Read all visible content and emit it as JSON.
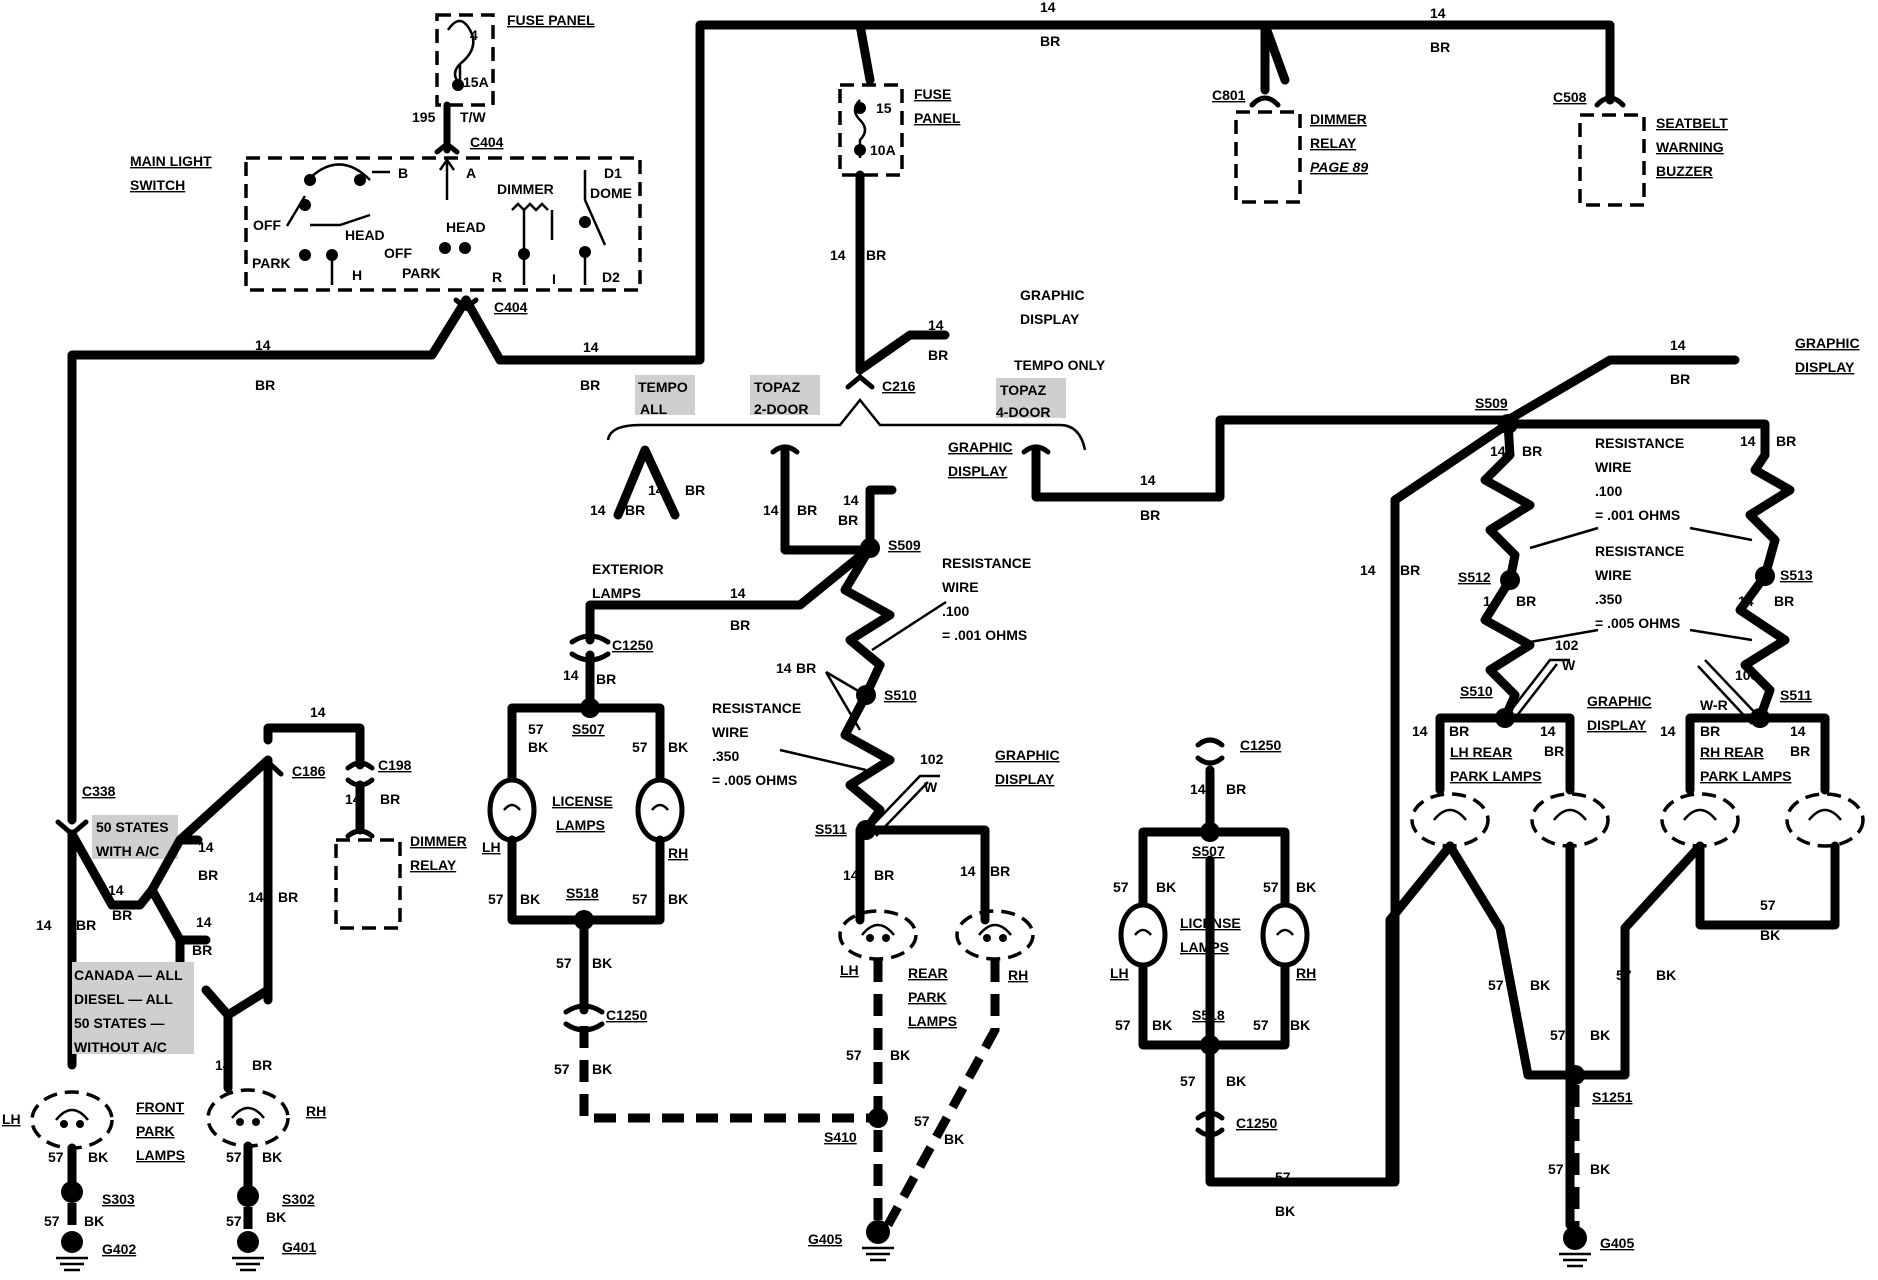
{
  "labels": {
    "fuse_panel_top": "FUSE PANEL",
    "fuse_panel_top_num": "4",
    "fuse_panel_top_amp": "15A",
    "c404_top": "C404",
    "c404_bottom": "C404",
    "main_light_1": "MAIN LIGHT",
    "main_light_2": "SWITCH",
    "sw_b": "B",
    "sw_a": "A",
    "sw_d1": "D1",
    "sw_dome": "DOME",
    "sw_dimmer": "DIMMER",
    "sw_off1": "OFF",
    "sw_head1": "HEAD",
    "sw_head2": "HEAD",
    "sw_park1": "PARK",
    "sw_off2": "OFF",
    "sw_park2": "PARK",
    "sw_h": "H",
    "sw_r": "R",
    "sw_i": "I",
    "sw_d2": "D2",
    "fuse_panel2_1": "FUSE",
    "fuse_panel2_2": "PANEL",
    "fuse2_num": "15",
    "fuse2_amp": "10A",
    "c801": "C801",
    "dimmer_relay_1": "DIMMER",
    "dimmer_relay_2": "RELAY",
    "dimmer_relay_3": "PAGE 89",
    "c508": "C508",
    "seatbelt_1": "SEATBELT",
    "seatbelt_2": "WARNING",
    "seatbelt_3": "BUZZER",
    "graphic_display_1": "GRAPHIC",
    "graphic_display_2": "DISPLAY",
    "tempo_only": "TEMPO ONLY",
    "tempo_all_1": "TEMPO",
    "tempo_all_2": "ALL",
    "topaz2_1": "TOPAZ",
    "topaz2_2": "2-DOOR",
    "topaz4_1": "TOPAZ",
    "topaz4_2": "4-DOOR",
    "c216": "C216",
    "gd_mid_1": "GRAPHIC",
    "gd_mid_2": "DISPLAY",
    "gd_right_1": "GRAPHIC",
    "gd_right_2": "DISPLAY",
    "s509_mid": "S509",
    "s509_right": "S509",
    "exterior_1": "EXTERIOR",
    "exterior_2": "LAMPS",
    "c1250_a": "C1250",
    "c1250_b": "C1250",
    "c1250_c": "C1250",
    "c1250_d": "C1250",
    "s507_a": "S507",
    "s507_b": "S507",
    "license_1": "LICENSE",
    "license_2": "LAMPS",
    "license_b1": "LICENSE",
    "license_b2": "LAMPS",
    "lh": "LH",
    "rh": "RH",
    "s518_a": "S518",
    "s518_b": "S518",
    "res_wire_1": "RESISTANCE",
    "res_wire_2": "WIRE",
    "res_100": ".100",
    "res_001": "= .001 OHMS",
    "res_350": ".350",
    "res_005": "= .005 OHMS",
    "s510_a": "S510",
    "s510_b": "S510",
    "s511_a": "S511",
    "s511_b": "S511",
    "s512": "S512",
    "s513": "S513",
    "w102": "102",
    "w103": "103",
    "w": "W",
    "wr": "W-R",
    "gd_mid2_1": "GRAPHIC",
    "gd_mid2_2": "DISPLAY",
    "rear_park_1": "REAR",
    "rear_park_2": "PARK",
    "rear_park_3": "LAMPS",
    "s410": "S410",
    "g405_a": "G405",
    "g405_b": "G405",
    "lh_rear_1": "LH REAR",
    "lh_rear_2": "PARK LAMPS",
    "rh_rear_1": "RH REAR",
    "rh_rear_2": "PARK LAMPS",
    "s1251": "S1251",
    "c338": "C338",
    "c186": "C186",
    "c198": "C198",
    "states_ac_1": "50 STATES",
    "states_ac_2": "WITH A/C",
    "canada_1": "CANADA — ALL",
    "canada_2": "DIESEL — ALL",
    "canada_3": "50 STATES —",
    "canada_4": "WITHOUT A/C",
    "dimmer_relay_b1": "DIMMER",
    "dimmer_relay_b2": "RELAY",
    "front_park_1": "FRONT",
    "front_park_2": "PARK",
    "front_park_3": "LAMPS",
    "s303": "S303",
    "s302": "S302",
    "g402": "G402",
    "g401": "G401",
    "n14": "14",
    "n57": "57",
    "n195": "195",
    "br": "BR",
    "bk": "BK",
    "tw": "T/W"
  }
}
